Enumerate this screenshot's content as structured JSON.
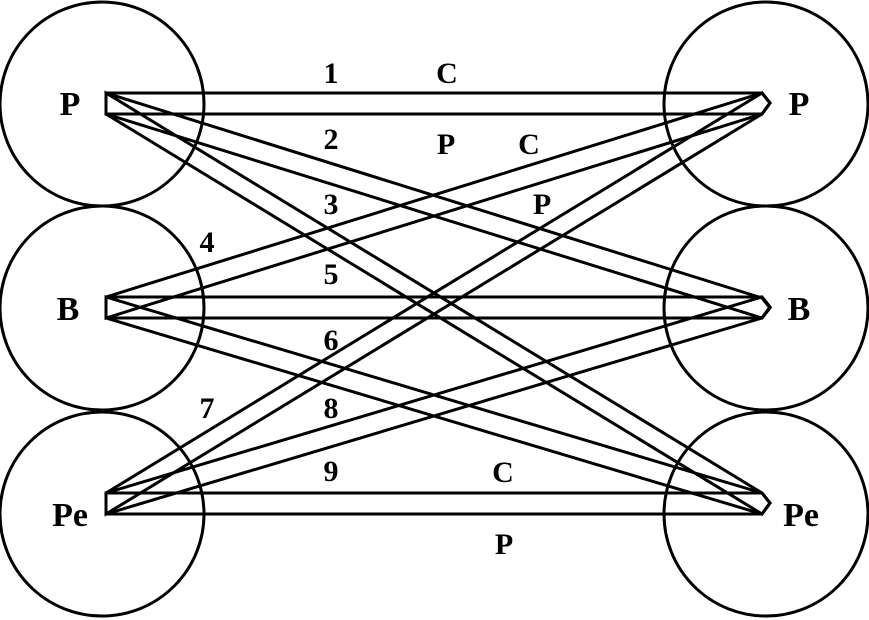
{
  "nodes": {
    "left_top": "P",
    "left_mid": "B",
    "left_bot": "Pe",
    "right_top": "P",
    "right_mid": "B",
    "right_bot": "Pe"
  },
  "edges": [
    {
      "id": "1",
      "number": "1",
      "from": "left_top",
      "to": "right_top",
      "tags": [
        "C"
      ]
    },
    {
      "id": "2",
      "number": "2",
      "from": "left_top",
      "to": "right_mid",
      "tags": [
        "P",
        "C"
      ]
    },
    {
      "id": "3",
      "number": "3",
      "from": "left_top",
      "to": "right_bot",
      "tags": [
        "P"
      ]
    },
    {
      "id": "4",
      "number": "4",
      "from": "left_mid",
      "to": "right_top",
      "tags": []
    },
    {
      "id": "5",
      "number": "5",
      "from": "left_mid",
      "to": "right_mid",
      "tags": []
    },
    {
      "id": "6",
      "number": "6",
      "from": "left_mid",
      "to": "right_bot",
      "tags": []
    },
    {
      "id": "7",
      "number": "7",
      "from": "left_bot",
      "to": "right_top",
      "tags": []
    },
    {
      "id": "8",
      "number": "8",
      "from": "left_bot",
      "to": "right_mid",
      "tags": []
    },
    {
      "id": "9",
      "number": "9",
      "from": "left_bot",
      "to": "right_bot",
      "tags": [
        "C",
        "P"
      ]
    }
  ]
}
